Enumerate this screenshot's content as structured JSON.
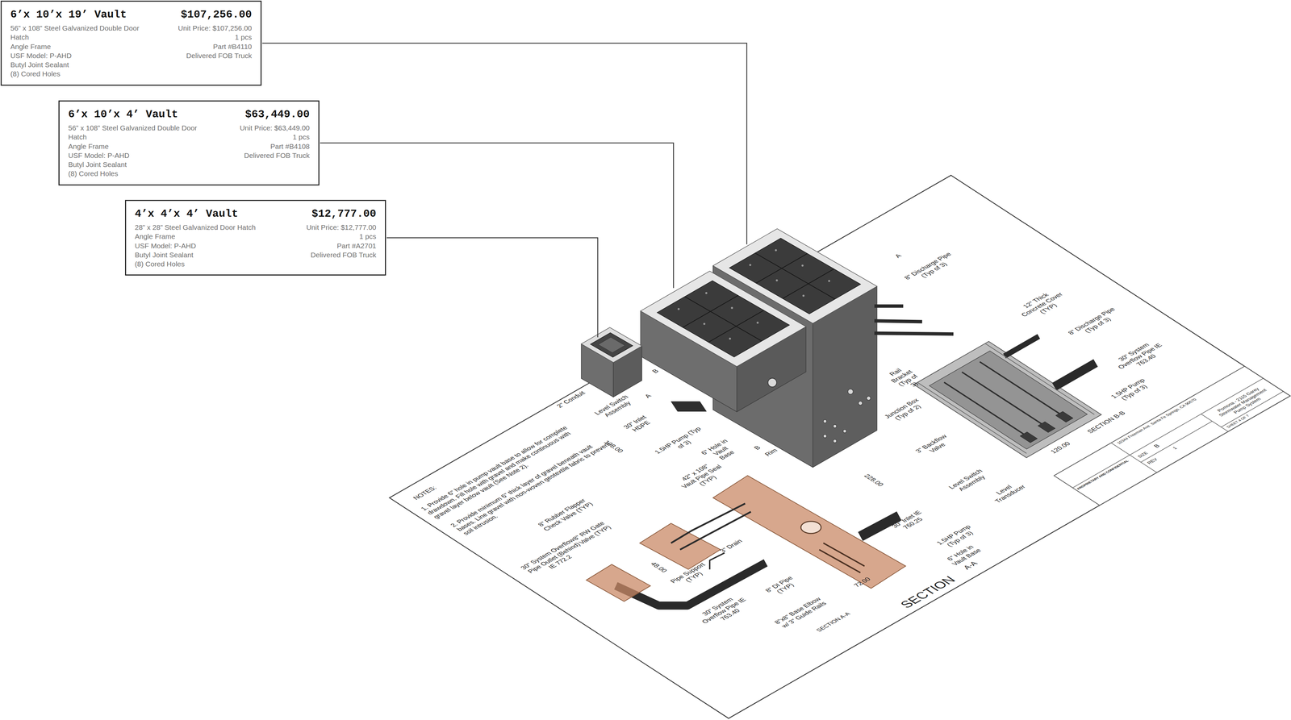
{
  "diagram": {
    "nodes": [
      {
        "text": [
          "6’x 10’x 19’ Vault",
          "$107,256.00",
          "56” x 108” Steel Galvanized Double Door Hatch",
          "Angle Frame",
          "USF Model: P-AHD",
          "Butyl Joint Sealant",
          "(8) Cored Holes",
          "Unit Price: $107,256.00",
          "1 pcs",
          "Part #B4110",
          "Delivered FOB Truck"
        ]
      },
      {
        "text": [
          "6’x 10’x 4’ Vault",
          "$63,449.00",
          "56” x 108” Steel Galvanized Double Door Hatch",
          "Angle Frame",
          "USF Model: P-AHD",
          "Butyl Joint Sealant",
          "(8) Cored Holes",
          "Unit Price: $63,449.00",
          "1 pcs",
          "Part #B4108",
          "Delivered FOB Truck"
        ]
      },
      {
        "text": [
          "4’x 4’x 4’ Vault",
          "$12,777.00",
          "28” x 28” Steel Galvanized Door Hatch",
          "Angle Frame",
          "USF Model: P-AHD",
          "Butyl Joint Sealant",
          "(8) Cored Holes",
          "Unit Price: $12,777.00",
          "1 pcs",
          "Part #A2701",
          "Delivered FOB Truck"
        ]
      }
    ],
    "labels": [
      "NOTES:",
      "1. Provide 6\" hole in pump vault base to allow for complete drawdown. Fill hole with gravel and make continuous with gravel layer below vault (See Note 2).",
      "2. Provide minimum 6\" thick layer of gravel beneath vault bases. Line gravel with non-woven geotextile fabric to prevent soil intrusion.",
      "2\" Conduit",
      "Level Switch Assembly",
      "A",
      "B",
      "30\" Inlet HDPE",
      "108.00",
      "1.5HP Pump (Typ of 3)",
      "6\" Hole in Vault Base",
      "B",
      "Rim",
      "42\" x 108\" Vault Pipe Seal (TYP)",
      "228.00",
      "8\" Rubber Flapper Check Valve (TYP)",
      "8\" RW Gate Valve (TYP)",
      "30\" System Overflow Pipe Outlet (Behind) IE 772.2",
      "48.00",
      "Pipe Support (TYP)",
      "3\" Drain",
      "8\" DI Pipe (TYP)",
      "30\" System Overflow Pipe IE 763.40",
      "8\"x8\" Base Elbow w/ 3\" Guide Rails",
      "SECTION A-A",
      "30\" Inlet IE 760.25",
      "1.5HP Pump (Typ of 3)",
      "6\" Hole in Vault Base",
      "72.00",
      "SECTION",
      "A-A",
      "A",
      "8\" Discharge Pipe (Typ of 3)",
      "Rail Bracket (Typ of 3)",
      "Junction Box (Typ of 2)",
      "3\" Backflow Valve",
      "12\" Thick Concrete Cover (TYP)",
      "8\" Discharge Pipe (Typ of 3)",
      "30\" System Overflow Pipe IE 763.40",
      "1.5HP Pump (Typ of 3)",
      "Level Switch Assembly",
      "Level Transducer",
      "120.00",
      "SECTION B-B",
      "PROPRIETARY AND CONFIDENTIAL",
      "REV",
      "1",
      "10344 Freeman Ave. Santa Fe Springs, CA 90670",
      "SIZE",
      "B",
      "Pomona - 2115 Garey Stormwater Management Pump System",
      "SHEET 4 OF 7"
    ]
  }
}
